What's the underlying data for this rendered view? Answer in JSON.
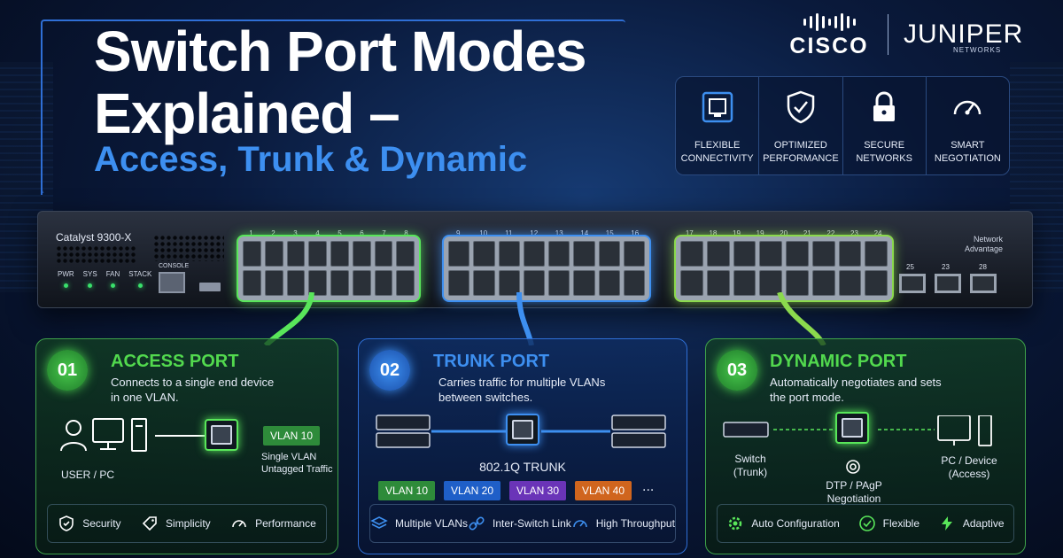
{
  "title": {
    "line1": "Switch Port Modes",
    "line2": "Explained –",
    "line3": "Access, Trunk & Dynamic"
  },
  "brands": {
    "cisco": "CISCO",
    "juniper": "JUNIPER",
    "juniper_sub": "NETWORKS"
  },
  "features": [
    {
      "line1": "FLEXIBLE",
      "line2": "CONNECTIVITY",
      "icon": "ethernet-port-icon"
    },
    {
      "line1": "OPTIMIZED",
      "line2": "PERFORMANCE",
      "icon": "shield-check-icon"
    },
    {
      "line1": "SECURE",
      "line2": "NETWORKS",
      "icon": "lock-icon"
    },
    {
      "line1": "SMART",
      "line2": "NEGOTIATION",
      "icon": "gauge-icon"
    }
  ],
  "switch": {
    "model": "Catalyst 9300-X",
    "leds": [
      "PWR",
      "SYS",
      "FAN",
      "STACK"
    ],
    "console": "CONSOLE",
    "port_numbers_g1": [
      "1",
      "2",
      "3",
      "4",
      "5",
      "6",
      "7",
      "8"
    ],
    "port_numbers_g2": [
      "9",
      "10",
      "11",
      "12",
      "13",
      "14",
      "15",
      "16"
    ],
    "port_numbers_g3": [
      "17",
      "18",
      "19",
      "19",
      "20",
      "21",
      "22",
      "23",
      "24"
    ],
    "network_advantage_1": "Network",
    "network_advantage_2": "Advantage",
    "sfp": [
      "25",
      "23",
      "28"
    ]
  },
  "access": {
    "num": "01",
    "title": "ACCESS PORT",
    "desc1": "Connects to a single end device",
    "desc2": "in one VLAN.",
    "device_label": "USER / PC",
    "vlan": "VLAN 10",
    "note1": "Single VLAN",
    "note2": "Untagged Traffic",
    "footer": [
      "Security",
      "Simplicity",
      "Performance"
    ]
  },
  "trunk": {
    "num": "02",
    "title": "TRUNK PORT",
    "desc1": "Carries traffic for multiple VLANs",
    "desc2": "between switches.",
    "trunk_label": "802.1Q TRUNK",
    "vlans": [
      "VLAN 10",
      "VLAN 20",
      "VLAN 30",
      "VLAN 40"
    ],
    "more": "...",
    "footer": [
      "Multiple VLANs",
      "Inter-Switch Link",
      "High Throughput"
    ]
  },
  "dynamic": {
    "num": "03",
    "title": "DYNAMIC PORT",
    "desc1": "Automatically negotiates and sets",
    "desc2": "the port mode.",
    "left1": "Switch",
    "left2": "(Trunk)",
    "right1": "PC / Device",
    "right2": "(Access)",
    "center1": "DTP / PAgP",
    "center2": "Negotiation",
    "footer": [
      "Auto Configuration",
      "Flexible",
      "Adaptive"
    ]
  },
  "colors": {
    "access": "#52d94e",
    "trunk": "#3d8ff0",
    "vlan10": "#2e8b3a",
    "vlan20": "#1f5fc8",
    "vlan30": "#6a34b8",
    "vlan40": "#d0651e"
  }
}
